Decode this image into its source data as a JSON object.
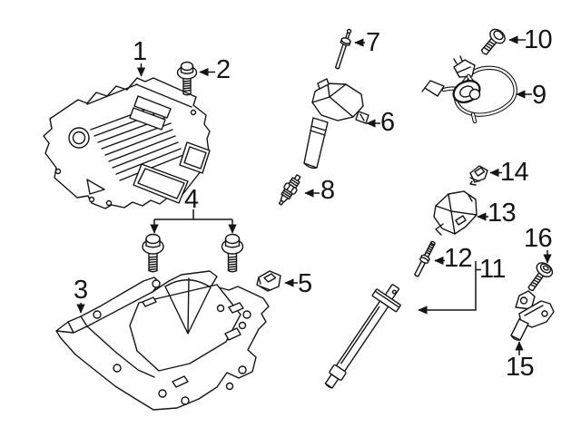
{
  "diagram": {
    "background_color": "#ffffff",
    "ink_color": "#141414",
    "callouts": [
      {
        "number": "1"
      },
      {
        "number": "2"
      },
      {
        "number": "3"
      },
      {
        "number": "4"
      },
      {
        "number": "5"
      },
      {
        "number": "6"
      },
      {
        "number": "7"
      },
      {
        "number": "8"
      },
      {
        "number": "9"
      },
      {
        "number": "10"
      },
      {
        "number": "11"
      },
      {
        "number": "12"
      },
      {
        "number": "13"
      },
      {
        "number": "14"
      },
      {
        "number": "15"
      },
      {
        "number": "16"
      }
    ]
  }
}
